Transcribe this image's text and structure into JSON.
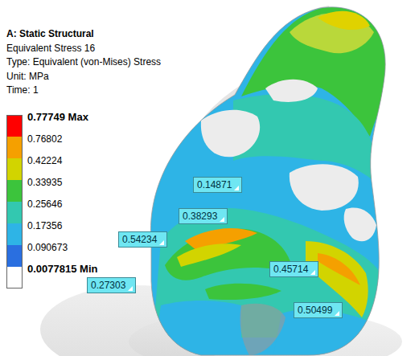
{
  "diagram": {
    "title": "A: Static Structural",
    "labels": [
      "Equivalent Stress 16",
      "Type: Equivalent (von-Mises) Stress",
      "Unit: MPa",
      "Time: 1",
      "0.14871",
      "0.38293",
      "0.54234",
      "0.45714",
      "0.27303",
      "0.50499"
    ],
    "legend": [
      {
        "text": "0.77749 Max",
        "color": "#ff0000"
      },
      {
        "text": "0.76802",
        "color": "#f5a000"
      },
      {
        "text": "0.42224",
        "color": "#d2d400"
      },
      {
        "text": "0.33935",
        "color": "#3cc43c"
      },
      {
        "text": "0.25646",
        "color": "#33c8b0"
      },
      {
        "text": "0.17356",
        "color": "#2eb4e6"
      },
      {
        "text": "0.090673",
        "color": "#2a6fe0"
      },
      {
        "text": "0.0077815 Min",
        "color": "#ffffff"
      }
    ]
  }
}
